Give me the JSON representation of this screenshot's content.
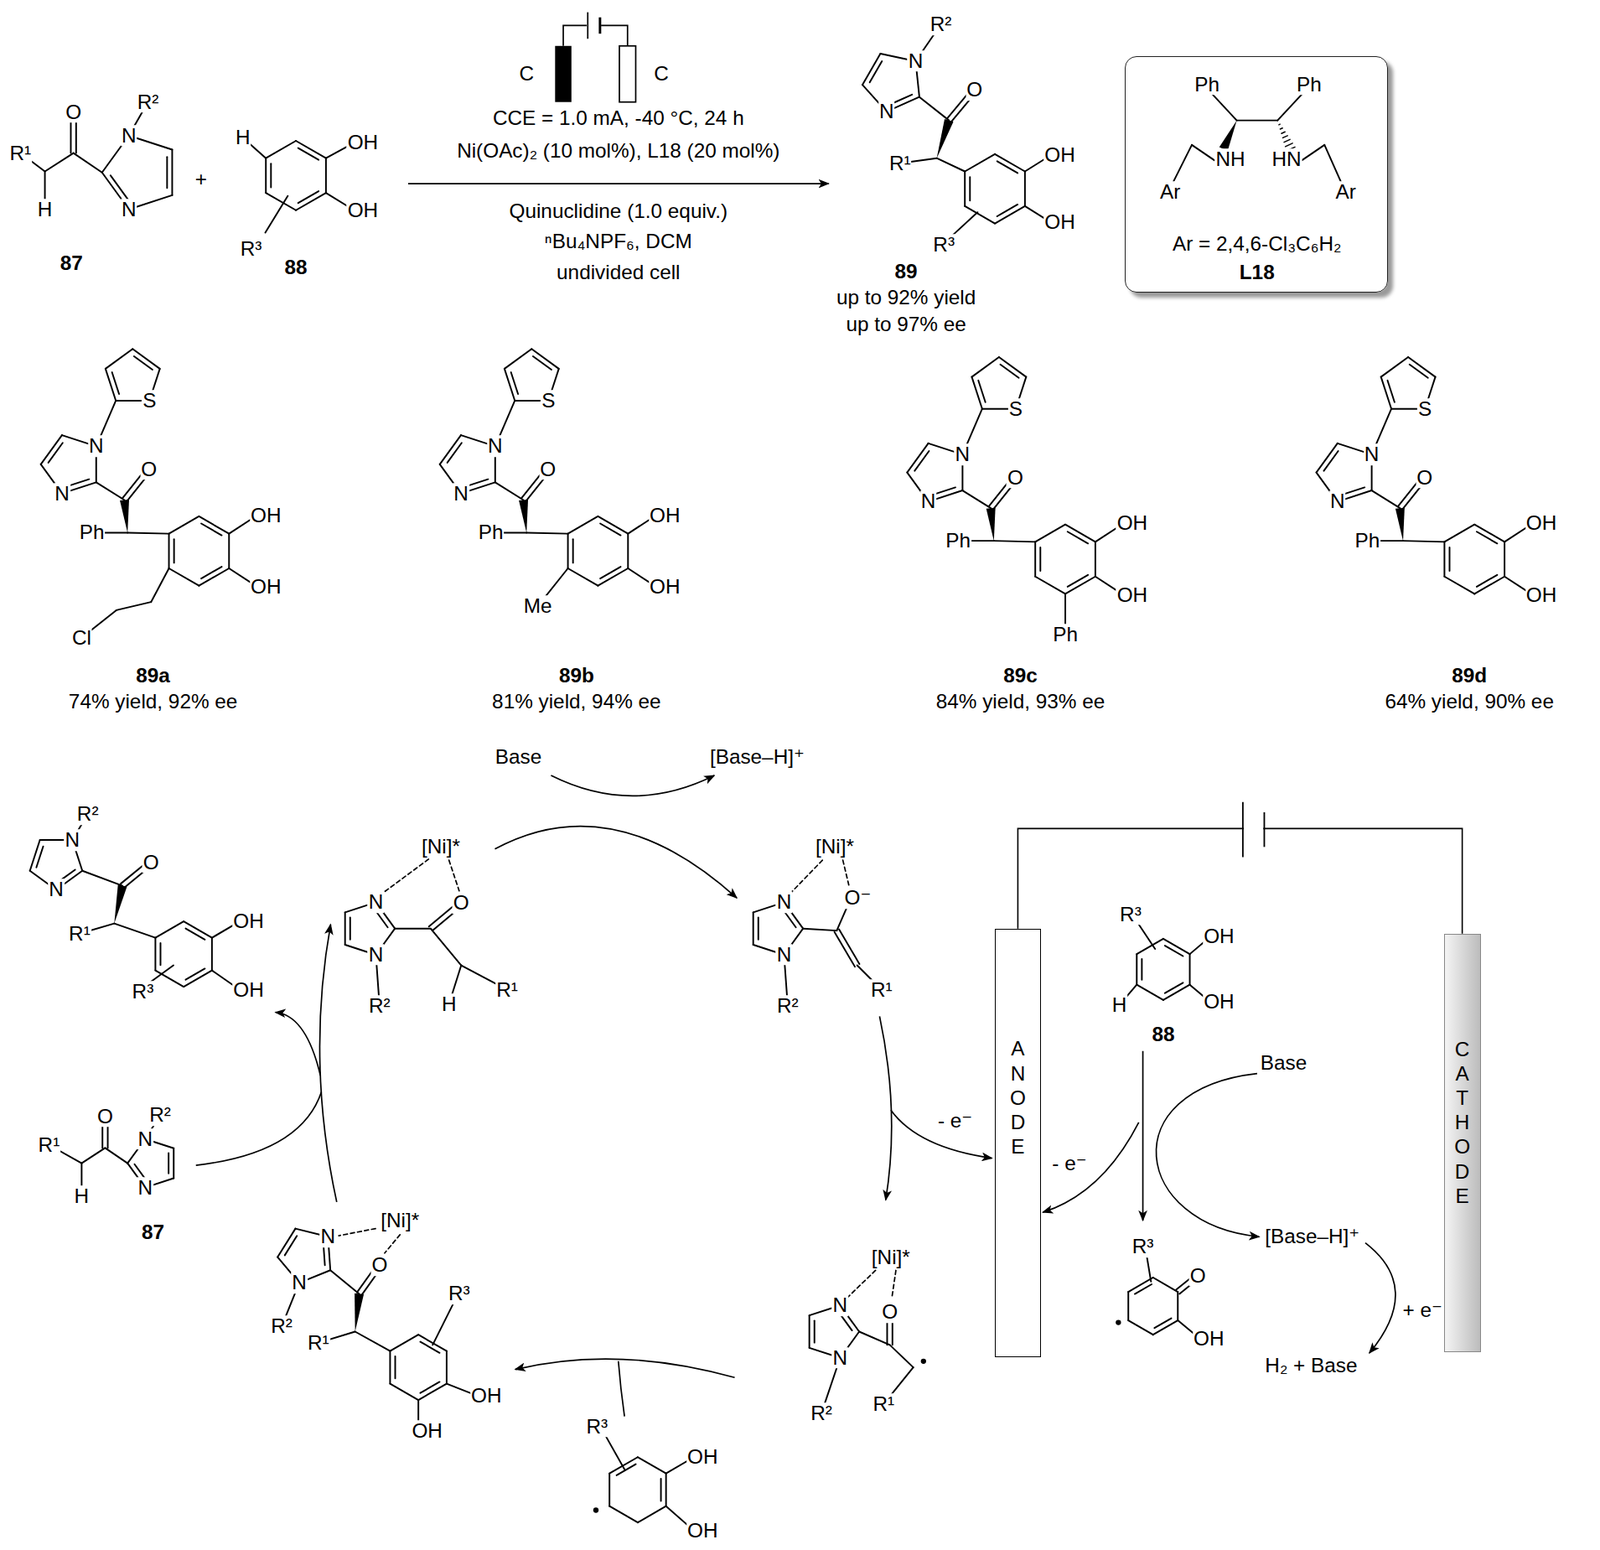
{
  "diagram": {
    "nodes": [
      {
        "text": [
          "Ph",
          "Ph",
          "NH",
          "HN",
          "Ar",
          "Ar",
          "Ar = 2,4,6-Cl₃C₆H₂",
          "L18"
        ]
      },
      {
        "text": [
          "ANODE"
        ]
      },
      {
        "text": [
          "CATHODE"
        ]
      }
    ],
    "edges": [
      {
        "from": 1,
        "to": 2,
        "arrow": "none"
      }
    ],
    "labels": [
      "R¹",
      "O",
      "R²",
      "N",
      "H",
      "N",
      "87",
      "+",
      "H",
      "OH",
      "OH",
      "R³",
      "88",
      "C",
      "C",
      "CCE = 1.0 mA, -40 °C, 24 h",
      "Ni(OAc)₂ (10 mol%), L18 (20 mol%)",
      "Quinuclidine (1.0 equiv.)",
      "ⁿBu₄NPF₆, DCM",
      "undivided cell",
      "R²",
      "N",
      "O",
      "N",
      "R¹",
      "OH",
      "OH",
      "R³",
      "89",
      "up to 92% yield",
      "up to 97% ee",
      "S",
      "N",
      "N",
      "O",
      "Ph",
      "OH",
      "OH",
      "Cl",
      "89a",
      "74% yield, 92% ee",
      "S",
      "N",
      "N",
      "O",
      "Ph",
      "OH",
      "OH",
      "Me",
      "89b",
      "81% yield, 94% ee",
      "S",
      "N",
      "N",
      "O",
      "Ph",
      "OH",
      "OH",
      "Ph",
      "89c",
      "84% yield, 93% ee",
      "S",
      "N",
      "N",
      "O",
      "Ph",
      "OH",
      "OH",
      "89d",
      "64% yield, 90% ee",
      "Base",
      "[Base–H]⁺",
      "R²",
      "N",
      "O",
      "N",
      "R¹",
      "OH",
      "OH",
      "R³",
      "[Ni]*",
      "N",
      "O",
      "N",
      "R²",
      "H",
      "R¹",
      "[Ni]*",
      "N",
      "O⁻",
      "N",
      "R²",
      "R¹",
      "O",
      "R²",
      "R¹",
      "N",
      "H",
      "N",
      "87",
      "- e⁻",
      "[Ni]*",
      "N",
      "O",
      "N",
      "R²",
      "R¹",
      "R³",
      "OH",
      "OH",
      "N",
      "[Ni]*",
      "O",
      "N",
      "R²",
      "R¹",
      "R³",
      "OH",
      "OH",
      "R³",
      "OH",
      "H",
      "OH",
      "88",
      "Base",
      "- e⁻",
      "[Base–H]⁺",
      "R³",
      "O",
      "+ e⁻",
      "OH",
      "H₂ + Base"
    ]
  }
}
